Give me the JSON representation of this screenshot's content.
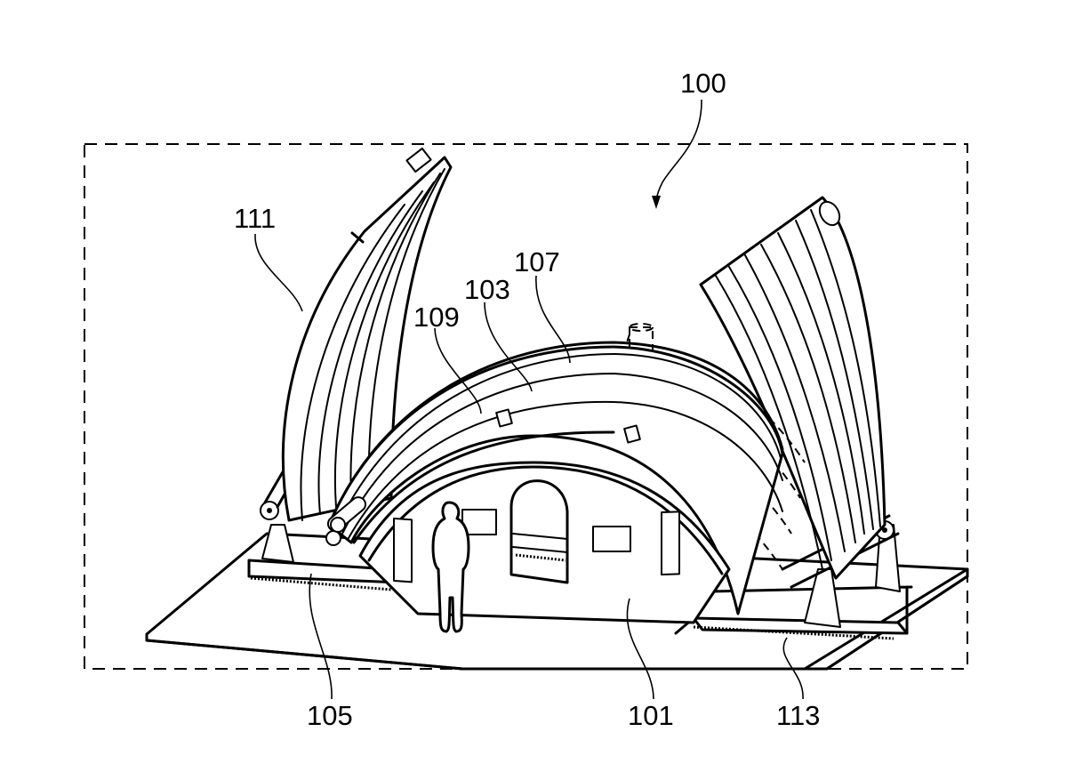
{
  "figure": {
    "type": "patent line drawing",
    "style": {
      "line_color": "#000000",
      "background": "#ffffff"
    },
    "reference_numerals": {
      "system": "100",
      "building": "101",
      "arch_frame": "103",
      "base_platform_left": "105",
      "arch_rail": "107",
      "arch_carriage": "109",
      "left_panel_stack": "111",
      "base_rail_right": "113"
    },
    "components": [
      {
        "numeral": "100",
        "description": "overall system enclosed by dashed boundary"
      },
      {
        "numeral": "101",
        "description": "arched building with doorway and windows"
      },
      {
        "numeral": "103",
        "description": "arched structure over building"
      },
      {
        "numeral": "105",
        "description": "left base frame on ground plate"
      },
      {
        "numeral": "107",
        "description": "outer arch rail"
      },
      {
        "numeral": "109",
        "description": "inner arch element with carriage block"
      },
      {
        "numeral": "111",
        "description": "left stack of curved shell panels"
      },
      {
        "numeral": "113",
        "description": "right base rail"
      }
    ],
    "scale_reference": "human-figure"
  }
}
